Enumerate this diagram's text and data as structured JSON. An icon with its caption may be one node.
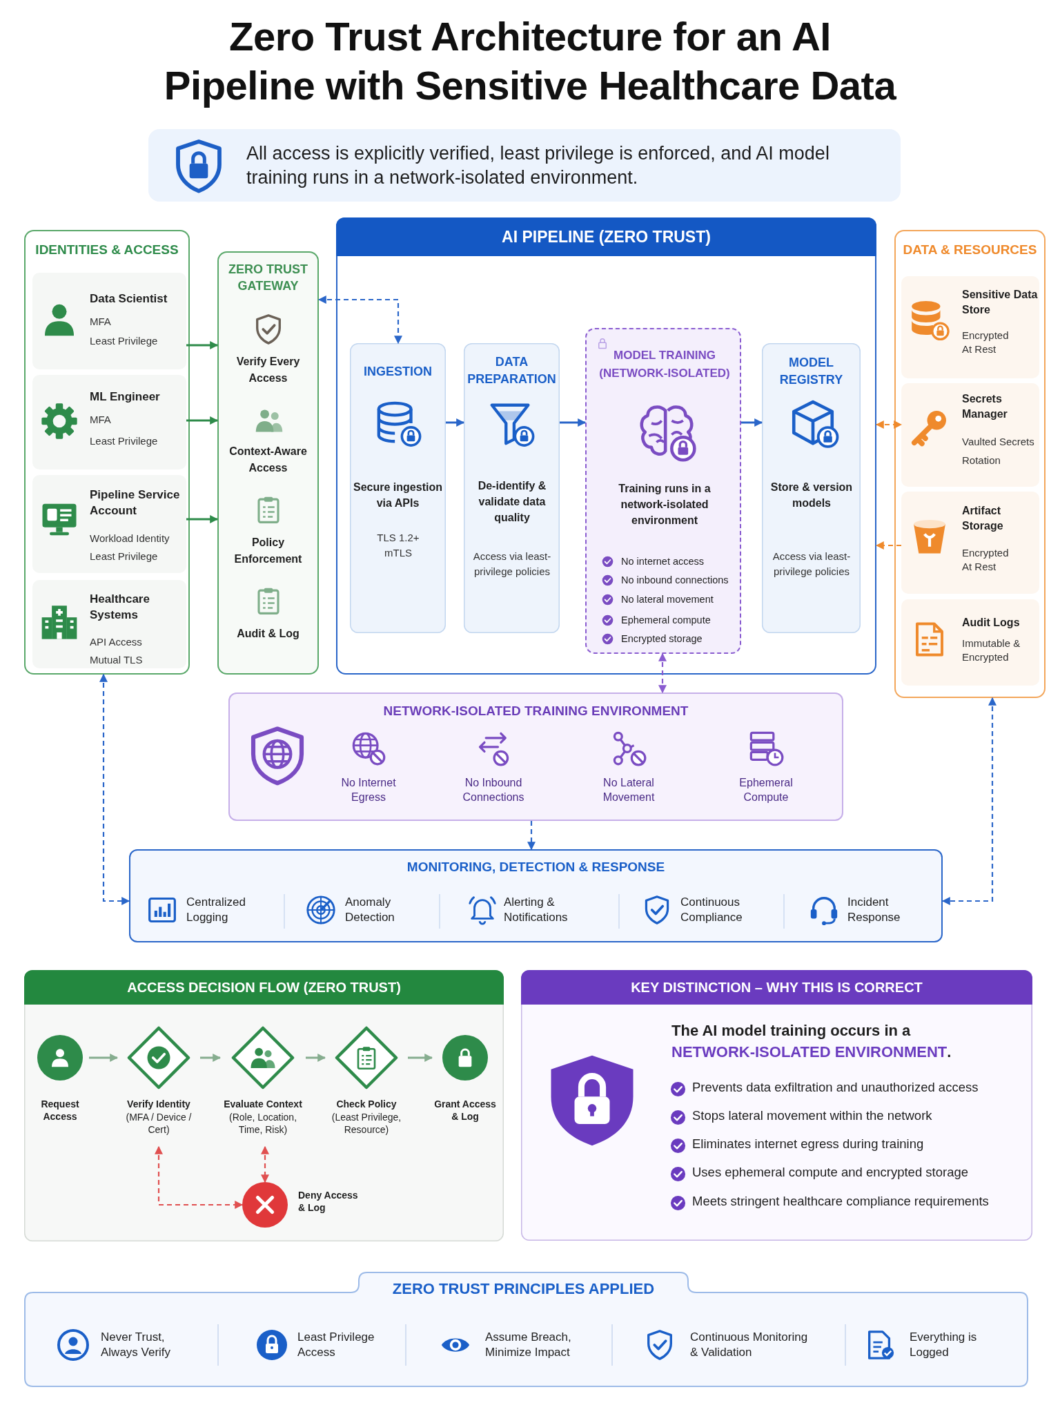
{
  "diagram": {
    "title": "Zero Trust Architecture for an AI Pipeline with Sensitive Healthcare Data",
    "nodes": [
      {
        "text": [
          "All access is explicitly verified, least privilege is enforced, and AI model training runs in a network-isolated environment."
        ]
      },
      {
        "text": [
          "IDENTITIES & ACCESS"
        ]
      },
      {
        "text": [
          "Data Scientist",
          "MFA",
          "Least Privilege"
        ],
        "in": 1
      },
      {
        "text": [
          "ML Engineer",
          "MFA",
          "Least Privilege"
        ],
        "in": 1
      },
      {
        "text": [
          "Pipeline Service Account",
          "Workload Identity",
          "Least Privilege"
        ],
        "in": 1
      },
      {
        "text": [
          "Healthcare Systems",
          "API Access",
          "Mutual TLS"
        ],
        "in": 1
      },
      {
        "text": [
          "ZERO TRUST GATEWAY",
          "Verify Every Access",
          "Context-Aware Access",
          "Policy Enforcement",
          "Audit & Log"
        ]
      },
      {
        "text": [
          "AI PIPELINE (ZERO TRUST)"
        ]
      },
      {
        "text": [
          "INGESTION",
          "Secure ingestion via APIs",
          "TLS 1.2+ mTLS"
        ],
        "in": 7
      },
      {
        "text": [
          "DATA PREPARATION",
          "De-identify & validate data quality",
          "Access via least-privilege policies"
        ],
        "in": 7
      },
      {
        "text": [
          "MODEL TRAINING (NETWORK-ISOLATED)",
          "Training runs in a network-isolated environment",
          "No internet access",
          "No inbound connections",
          "No lateral movement",
          "Ephemeral compute",
          "Encrypted storage"
        ],
        "in": 7
      },
      {
        "text": [
          "MODEL REGISTRY",
          "Store & version models",
          "Access via least-privilege policies"
        ],
        "in": 7
      },
      {
        "text": [
          "DATA & RESOURCES"
        ]
      },
      {
        "text": [
          "Sensitive Data Store",
          "Encrypted At Rest"
        ],
        "in": 12
      },
      {
        "text": [
          "Secrets Manager",
          "Vaulted Secrets",
          "Rotation"
        ],
        "in": 12
      },
      {
        "text": [
          "Artifact Storage",
          "Encrypted At Rest"
        ],
        "in": 12
      },
      {
        "text": [
          "Audit Logs",
          "Immutable & Encrypted"
        ],
        "in": 12
      },
      {
        "text": [
          "NETWORK-ISOLATED TRAINING ENVIRONMENT",
          "No Internet Egress",
          "No Inbound Connections",
          "No Lateral Movement",
          "Ephemeral Compute"
        ]
      },
      {
        "text": [
          "MONITORING, DETECTION & RESPONSE",
          "Centralized Logging",
          "Anomaly Detection",
          "Alerting & Notifications",
          "Continuous Compliance",
          "Incident Response"
        ]
      },
      {
        "text": [
          "ACCESS DECISION FLOW (ZERO TRUST)"
        ]
      },
      {
        "text": [
          "Request Access"
        ],
        "in": 19
      },
      {
        "text": [
          "Verify Identity",
          "(MFA / Device / Cert)"
        ],
        "in": 19
      },
      {
        "text": [
          "Evaluate Context",
          "(Role, Location, Time, Risk)"
        ],
        "in": 19
      },
      {
        "text": [
          "Check Policy",
          "(Least Privilege, Resource)"
        ],
        "in": 19
      },
      {
        "text": [
          "Grant Access & Log"
        ],
        "in": 19
      },
      {
        "text": [
          "Deny Access & Log"
        ],
        "in": 19
      },
      {
        "text": [
          "KEY DISTINCTION – WHY THIS IS CORRECT",
          "The AI model training occurs in a **NETWORK-ISOLATED ENVIRONMENT**.",
          "Prevents data exfiltration and unauthorized access",
          "Stops lateral movement within the network",
          "Eliminates internet egress during training",
          "Uses ephemeral compute and encrypted storage",
          "Meets stringent healthcare compliance requirements"
        ]
      },
      {
        "text": [
          "ZERO TRUST PRINCIPLES APPLIED",
          "Never Trust, Always Verify",
          "Least Privilege Access",
          "Assume Breach, Minimize Impact",
          "Continuous Monitoring & Validation",
          "Everything is Logged"
        ]
      }
    ],
    "edges": [
      {
        "from": 2,
        "to": 6,
        "arrow": "to",
        "color": "#2e8b4a"
      },
      {
        "from": 3,
        "to": 6,
        "arrow": "to",
        "color": "#2e8b4a"
      },
      {
        "from": 4,
        "to": 6,
        "arrow": "to",
        "color": "#2e8b4a"
      },
      {
        "from": 6,
        "to": 8,
        "arrow": "both",
        "style": "dashed"
      },
      {
        "from": 8,
        "to": 9,
        "arrow": "to"
      },
      {
        "from": 9,
        "to": 10,
        "arrow": "to"
      },
      {
        "from": 10,
        "to": 11,
        "arrow": "to"
      },
      {
        "from": 7,
        "to": 14,
        "arrow": "both",
        "style": "dashed",
        "color": "#ef8a2c"
      },
      {
        "from": 15,
        "to": 7,
        "arrow": "to",
        "style": "dashed",
        "color": "#ef8a2c"
      },
      {
        "from": 10,
        "to": 17,
        "arrow": "both",
        "style": "dashed",
        "color": "#8a5cd0"
      },
      {
        "from": 17,
        "to": 18,
        "arrow": "to",
        "style": "dashed"
      },
      {
        "from": 1,
        "to": 18,
        "arrow": "both",
        "style": "dashed"
      },
      {
        "from": 12,
        "to": 18,
        "arrow": "both",
        "style": "dashed"
      },
      {
        "from": 20,
        "to": 21,
        "arrow": "to",
        "color": "#86ad8f"
      },
      {
        "from": 21,
        "to": 22,
        "arrow": "to",
        "color": "#86ad8f"
      },
      {
        "from": 22,
        "to": 23,
        "arrow": "to",
        "color": "#86ad8f"
      },
      {
        "from": 23,
        "to": 24,
        "arrow": "to",
        "color": "#86ad8f"
      },
      {
        "from": 21,
        "to": 25,
        "arrow": "both",
        "style": "dashed",
        "color": "#e05050"
      },
      {
        "from": 22,
        "to": 25,
        "arrow": "both",
        "style": "dashed",
        "color": "#e05050"
      }
    ]
  }
}
